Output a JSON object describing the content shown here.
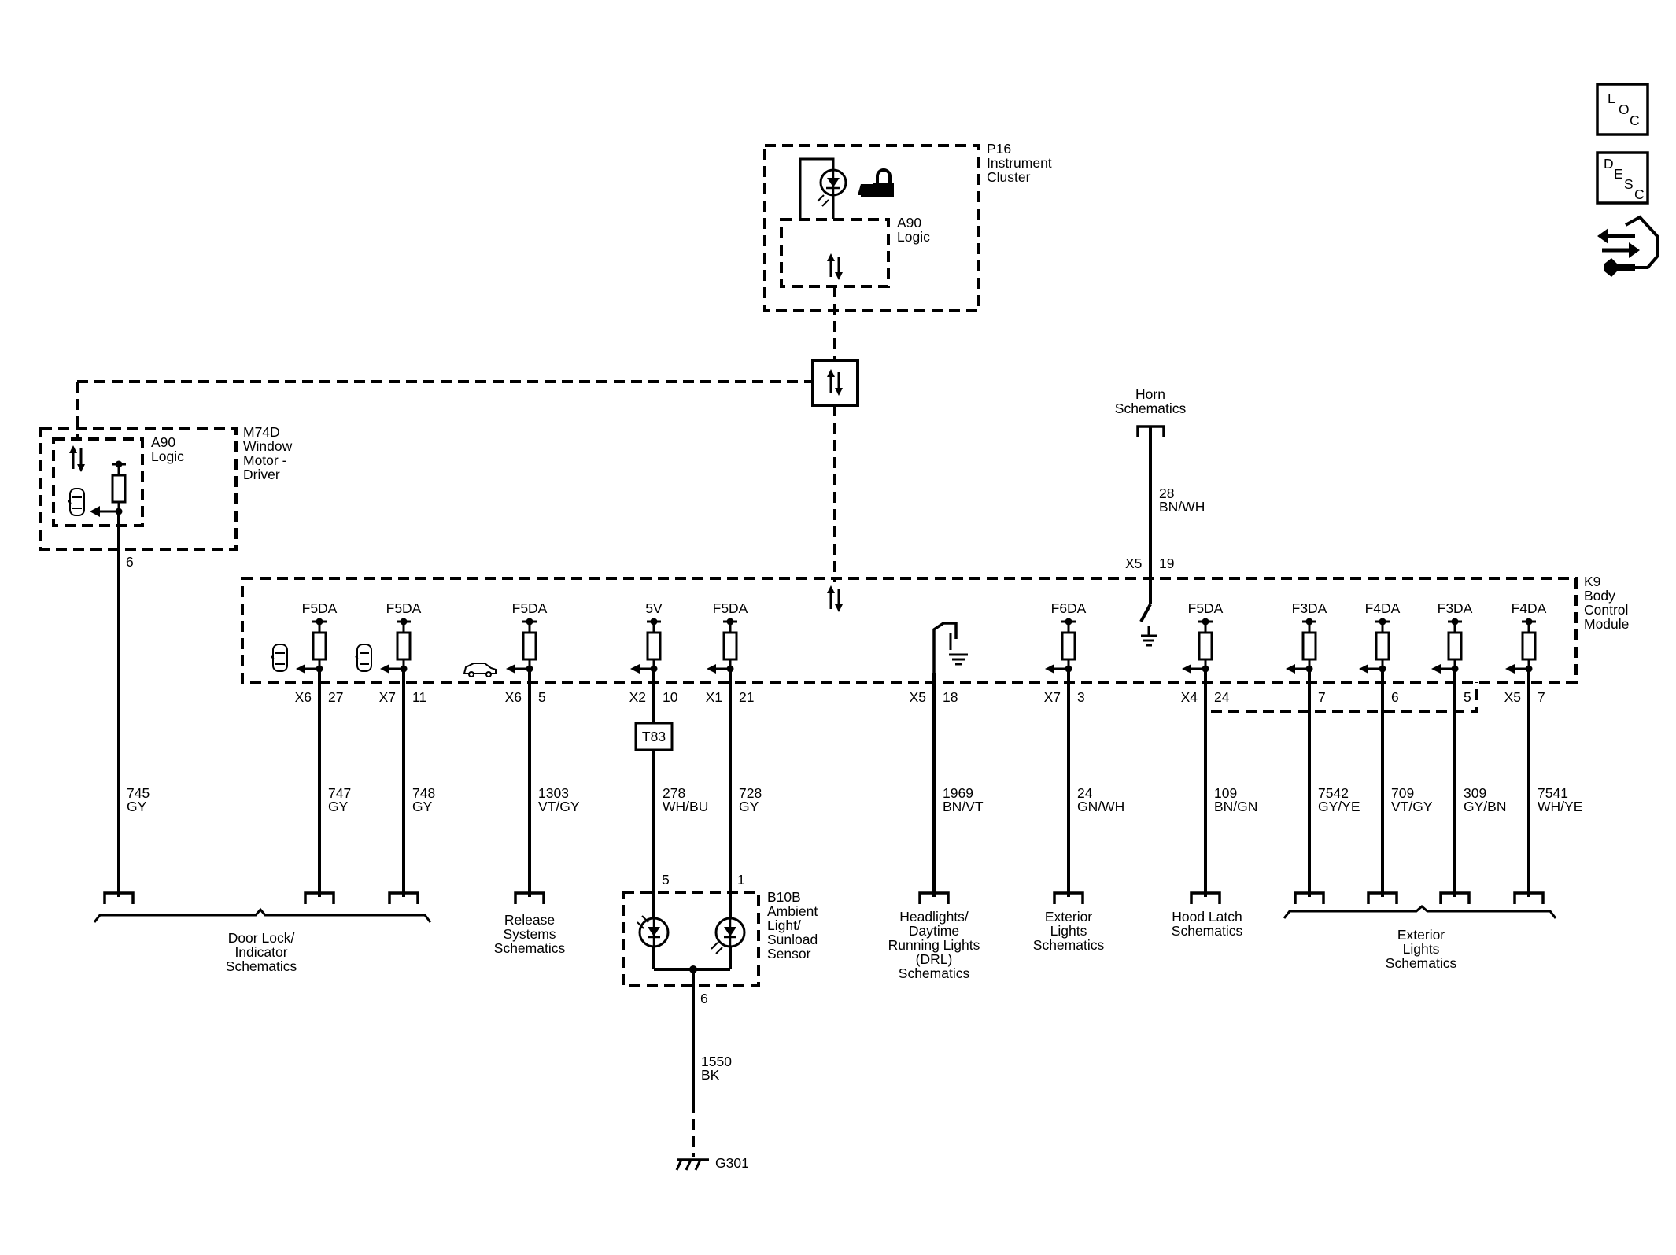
{
  "side_buttons": {
    "loc": [
      "L",
      "O",
      "C"
    ],
    "desc": [
      "D",
      "E",
      "S",
      "C"
    ],
    "nav_icon": "pinout-connector-icon"
  },
  "p16": {
    "name": "P16",
    "line2": "Instrument",
    "line3": "Cluster",
    "logic_name": "A90",
    "logic_label": "Logic"
  },
  "m74d": {
    "name": "M74D",
    "line2": "Window",
    "line3": "Motor -",
    "line4": "Driver",
    "logic_name": "A90",
    "logic_label": "Logic",
    "pin": "6"
  },
  "k9": {
    "name": "K9",
    "line2": "Body",
    "line3": "Control",
    "line4": "Module"
  },
  "horn": {
    "line1": "Horn",
    "line2": "Schematics",
    "circuit": "28",
    "color": "BN/WH",
    "connector": "X5",
    "pin": "19"
  },
  "bcm_drivers": [
    {
      "label": "F5DA",
      "connector": "X6",
      "pin": "27",
      "circuit": "747",
      "color": "GY"
    },
    {
      "label": "F5DA",
      "connector": "X7",
      "pin": "11",
      "circuit": "748",
      "color": "GY"
    },
    {
      "label": "F5DA",
      "connector": "X6",
      "pin": "5",
      "circuit": "1303",
      "color": "VT/GY"
    },
    {
      "label": "5V",
      "connector": "X2",
      "pin": "10",
      "circuit": "278",
      "color": "WH/BU"
    },
    {
      "label": "F5DA",
      "connector": "X1",
      "pin": "21",
      "circuit": "728",
      "color": "GY"
    },
    {
      "label": "",
      "connector": "X5",
      "pin": "18",
      "circuit": "1969",
      "color": "BN/VT"
    },
    {
      "label": "F6DA",
      "connector": "X7",
      "pin": "3",
      "circuit": "24",
      "color": "GN/WH"
    },
    {
      "label": "F5DA",
      "connector": "X4",
      "pin": "24",
      "circuit": "109",
      "color": "BN/GN"
    },
    {
      "label": "F3DA",
      "connector": "",
      "pin": "7",
      "circuit": "7542",
      "color": "GY/YE"
    },
    {
      "label": "F4DA",
      "connector": "",
      "pin": "6",
      "circuit": "709",
      "color": "VT/GY"
    },
    {
      "label": "F3DA",
      "connector": "",
      "pin": "5",
      "circuit": "309",
      "color": "GY/BN"
    },
    {
      "label": "F4DA",
      "connector": "X5",
      "pin": "7",
      "circuit": "7541",
      "color": "WH/YE"
    }
  ],
  "m74d_wire": {
    "circuit": "745",
    "color": "GY"
  },
  "t83": "T83",
  "b10b": {
    "name": "B10B",
    "line2": "Ambient",
    "line3": "Light/",
    "line4": "Sunload",
    "line5": "Sensor",
    "pin_left": "5",
    "pin_right": "1",
    "pin_bottom": "6"
  },
  "ground_wire": {
    "circuit": "1550",
    "color": "BK",
    "ground": "G301"
  },
  "destinations": {
    "door_lock": [
      "Door Lock/",
      "Indicator",
      "Schematics"
    ],
    "release": [
      "Release",
      "Systems",
      "Schematics"
    ],
    "drl": [
      "Headlights/",
      "Daytime",
      "Running Lights",
      "(DRL)",
      "Schematics"
    ],
    "ext_lights_1": [
      "Exterior",
      "Lights",
      "Schematics"
    ],
    "hood_latch": [
      "Hood Latch",
      "Schematics"
    ],
    "ext_lights_2": [
      "Exterior",
      "Lights",
      "Schematics"
    ]
  }
}
